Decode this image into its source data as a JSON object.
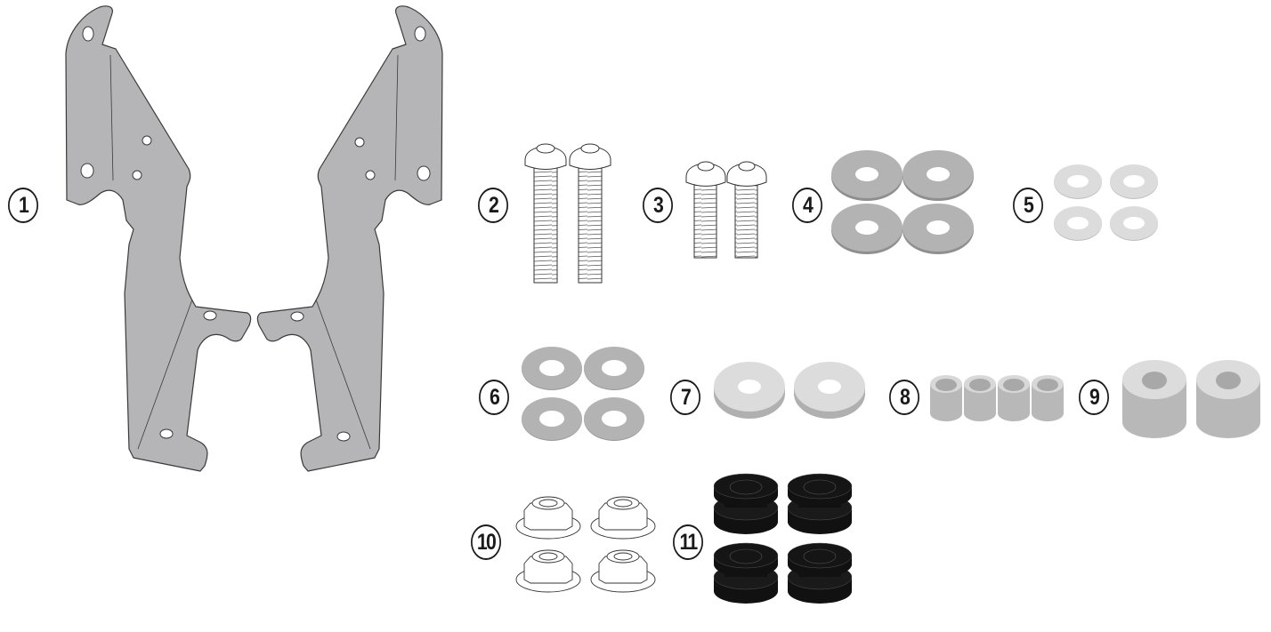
{
  "diagram": {
    "type": "parts-kit",
    "background": "#ffffff",
    "colors": {
      "bracket": "#b5b5b7",
      "washer_dark": "#b3b3b3",
      "washer_light": "#dcdcdc",
      "spacer": "#cfcfcf",
      "grommet": "#111111",
      "outline": "#3a3a3a"
    },
    "parts": [
      {
        "id": "1",
        "label": "1",
        "name": "mounting-bracket-pair",
        "quantity": 2
      },
      {
        "id": "2",
        "label": "2",
        "name": "long-button-head-screw",
        "quantity": 2
      },
      {
        "id": "3",
        "label": "3",
        "name": "short-button-head-screw",
        "quantity": 2
      },
      {
        "id": "4",
        "label": "4",
        "name": "large-grey-washer",
        "quantity": 4
      },
      {
        "id": "5",
        "label": "5",
        "name": "small-light-washer",
        "quantity": 4
      },
      {
        "id": "6",
        "label": "6",
        "name": "medium-grey-washer",
        "quantity": 4
      },
      {
        "id": "7",
        "label": "7",
        "name": "thick-light-washer",
        "quantity": 2
      },
      {
        "id": "8",
        "label": "8",
        "name": "small-spacer",
        "quantity": 4
      },
      {
        "id": "9",
        "label": "9",
        "name": "large-spacer",
        "quantity": 2
      },
      {
        "id": "10",
        "label": "10",
        "name": "flange-lock-nut",
        "quantity": 4
      },
      {
        "id": "11",
        "label": "11",
        "name": "rubber-grommet",
        "quantity": 4
      }
    ]
  }
}
